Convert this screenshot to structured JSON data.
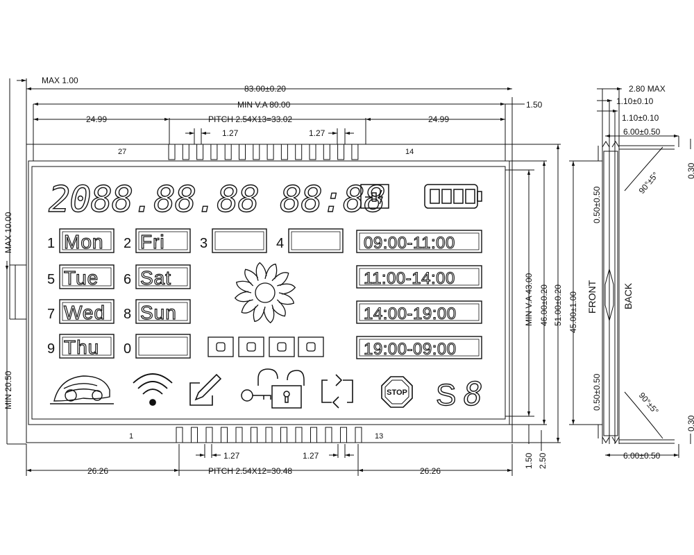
{
  "dims": {
    "max_1": "MAX 1.00",
    "overall_w": "83.00±0.20",
    "min_va_w": "MIN V.A 80.00",
    "right_150": "1.50",
    "left_2499": "24.99",
    "right_2499": "24.99",
    "pitch_top": "PITCH 2.54X13=33.02",
    "pin_127_a": "1.27",
    "pin_127_b": "1.27",
    "pin_127_c": "1.27",
    "pin_127_d": "1.27",
    "left_2626": "26.26",
    "right_2626": "26.26",
    "pitch_bottom": "PITCH 2.54X12=30.48",
    "max_10": "MAX 10.00",
    "min_2050": "MIN 20.50",
    "min_va_h": "MIN V.A 43.00",
    "h_46": "46.00±0.20",
    "h_51": "51.00±0.20",
    "b_150": "1.50",
    "b_250": "2.50",
    "side_280": "2.80 MAX",
    "side_110_a": "1.10±0.10",
    "side_110_b": "1.10±0.10",
    "side_600_top": "6.00±0.50",
    "side_030_top": "0.30",
    "side_050_top": "0.50±0.50",
    "side_45": "45.00±1.00",
    "side_050_bot": "0.50±0.50",
    "side_030_bot": "0.30",
    "side_600_bot": "6.00±0.50",
    "angle_top": "90°±5°",
    "angle_bot": "90°±5°"
  },
  "side": {
    "front": "FRONT",
    "back": "BACK"
  },
  "pins": {
    "top_left": "27",
    "top_right": "14",
    "bottom_left": "1",
    "bottom_right": "13"
  },
  "lcd": {
    "digits": "2088.88.88 88:88",
    "days": [
      {
        "num": "1",
        "label": "Mon"
      },
      {
        "num": "2",
        "label": "Fri"
      },
      {
        "num": "3",
        "label": ""
      },
      {
        "num": "4",
        "label": ""
      },
      {
        "num": "5",
        "label": "Tue"
      },
      {
        "num": "6",
        "label": "Sat"
      },
      {
        "num": "7",
        "label": "Wed"
      },
      {
        "num": "8",
        "label": "Sun"
      },
      {
        "num": "9",
        "label": "Thu"
      },
      {
        "num": "0",
        "label": ""
      }
    ],
    "times": [
      "09:00-11:00",
      "11:00-14:00",
      "14:00-19:00",
      "19:00-09:00"
    ],
    "stop": "STOP",
    "s_letter": "S",
    "s_digit": "8"
  },
  "icons": [
    "plug-charge-icon",
    "battery-icon",
    "fan-icon",
    "mower-icon",
    "wifi-icon",
    "edit-icon",
    "key-lock-icon",
    "refresh-icon",
    "stop-sign-icon"
  ]
}
